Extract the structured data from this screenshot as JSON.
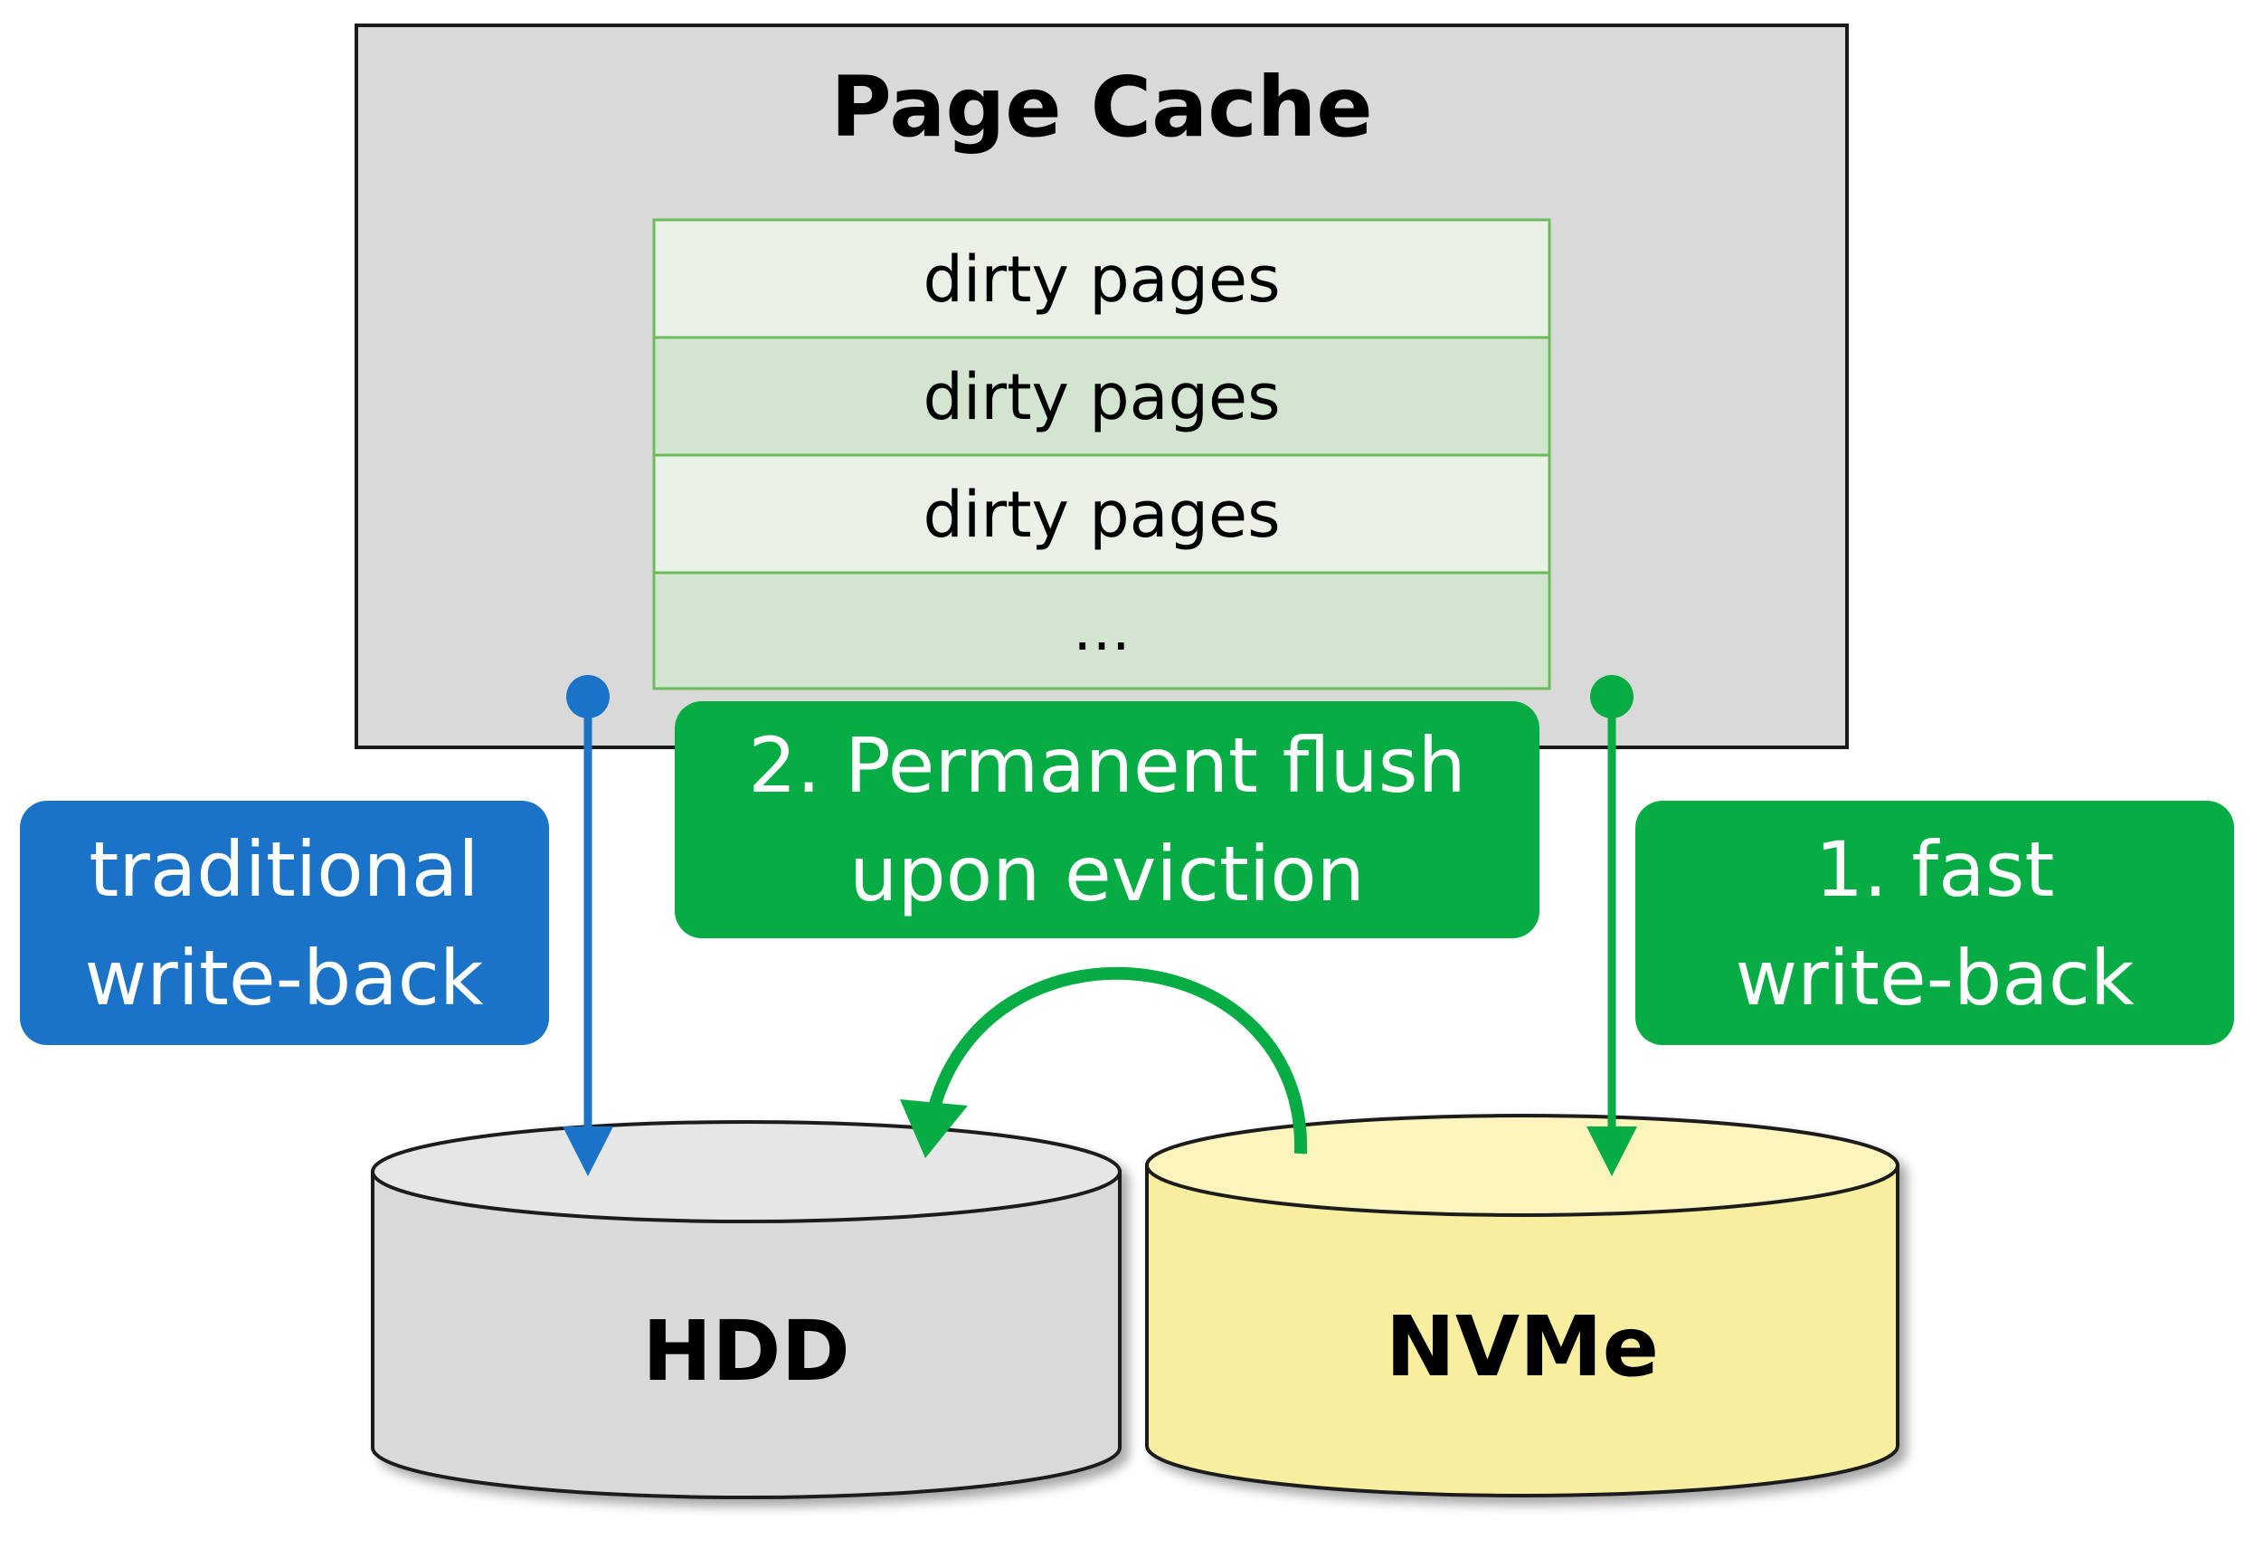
{
  "page_cache": {
    "title": "Page Cache",
    "rows": [
      "dirty pages",
      "dirty pages",
      "dirty pages",
      "…"
    ]
  },
  "labels": {
    "traditional": [
      "traditional",
      "write-back"
    ],
    "permanent": [
      "2. Permanent flush",
      "upon eviction"
    ],
    "fast": [
      "1. fast",
      "write-back"
    ]
  },
  "storage": {
    "hdd": "HDD",
    "nvme": "NVMe"
  },
  "colors": {
    "blue": "#1b73c8",
    "green": "#07ad44",
    "row_light": "#eaf2e8",
    "row_dark": "#d3e5d1",
    "row_border": "#6cbb5d",
    "cache_fill": "#d9d9d9",
    "hdd_fill": "#d9d9d9",
    "hdd_top": "#e6e6e6",
    "nvme_fill": "#f7ef9f",
    "nvme_top": "#fbf5bd"
  }
}
